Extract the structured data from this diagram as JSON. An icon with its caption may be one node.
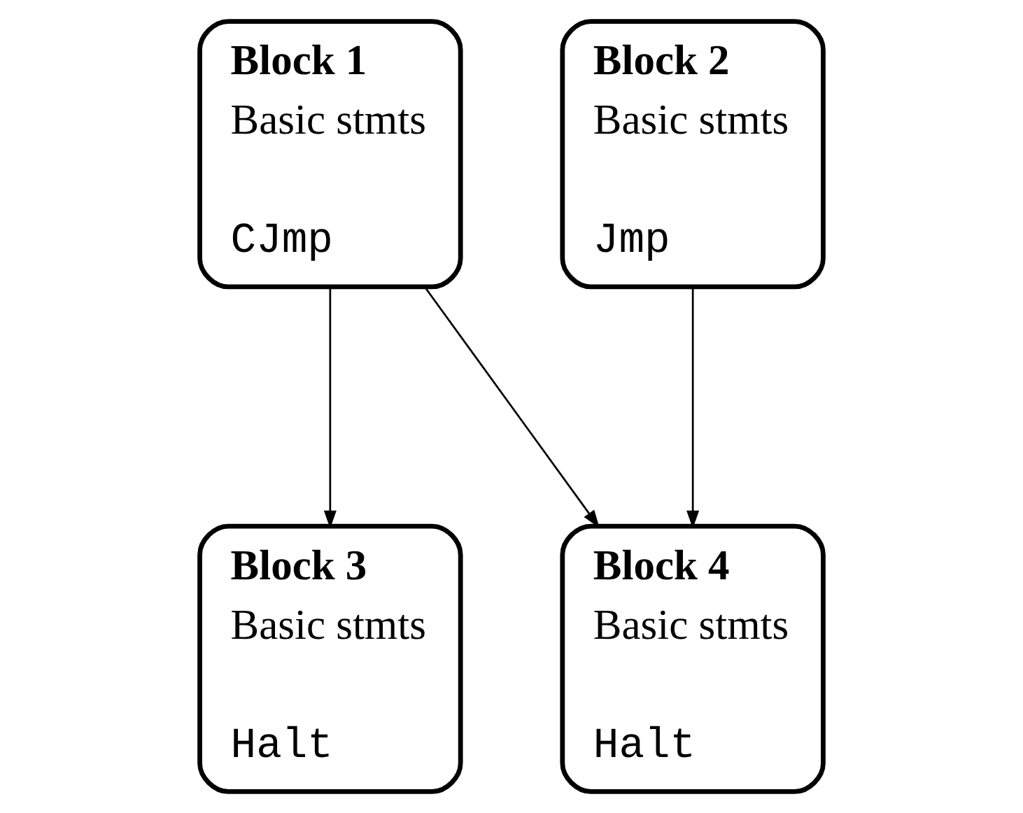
{
  "diagram": {
    "nodes": [
      {
        "text": [
          "Block 1",
          "Basic stmts",
          "CJmp"
        ]
      },
      {
        "text": [
          "Block 2",
          "Basic stmts",
          "Jmp"
        ]
      },
      {
        "text": [
          "Block 3",
          "Basic stmts",
          "Halt"
        ]
      },
      {
        "text": [
          "Block 4",
          "Basic stmts",
          "Halt"
        ]
      }
    ],
    "edges": [
      {
        "from": 0,
        "to": 2,
        "arrow": "to"
      },
      {
        "from": 0,
        "to": 3,
        "arrow": "to"
      },
      {
        "from": 1,
        "to": 3,
        "arrow": "to"
      }
    ]
  }
}
